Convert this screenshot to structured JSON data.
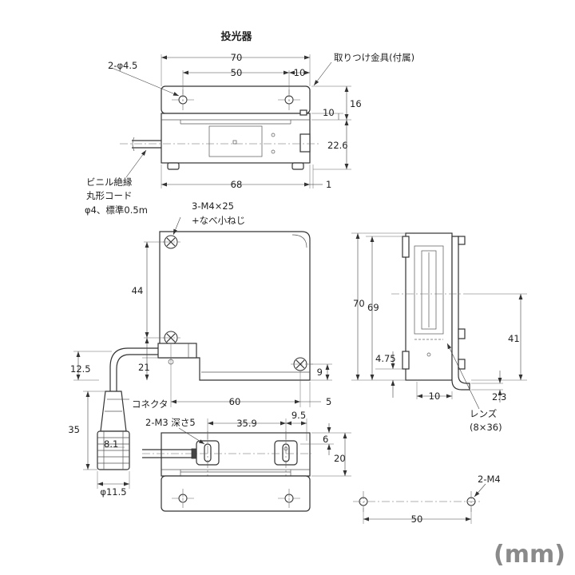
{
  "title": "投光器",
  "unit_label": "(mm)",
  "labels": {
    "mount_holes": "2-φ4.5",
    "bracket": "取りつけ金具(付属)",
    "cord_1": "ビニル絶縁",
    "cord_2": "丸形コード",
    "cord_3": "φ4、標準0.5m",
    "screws_1": "3-M4×25",
    "screws_2": "+なべ小ねじ",
    "connector": "コネクタ",
    "tapped": "2-M3 深さ5",
    "lens_1": "レンズ",
    "lens_2": "(8×36)",
    "m4": "2-M4"
  },
  "dims": {
    "top_70": "70",
    "top_50": "50",
    "top_10": "10",
    "top_16": "16",
    "top_10b": "10",
    "top_22_6": "22.6",
    "top_68": "68",
    "top_1": "1",
    "front_44": "44",
    "front_12_5": "12.5",
    "front_21": "21",
    "front_9": "9",
    "front_60": "60",
    "front_5": "5",
    "front_35": "35",
    "front_8_1": "8.1",
    "front_11_5": "φ11.5",
    "side_70": "70",
    "side_69": "69",
    "side_41": "41",
    "side_4_75": "4.75",
    "side_10": "10",
    "side_2_3": "2.3",
    "bot_35_9": "35.9",
    "bot_9_5": "9.5",
    "bot_6": "6",
    "bot_20": "20",
    "br_50": "50"
  }
}
